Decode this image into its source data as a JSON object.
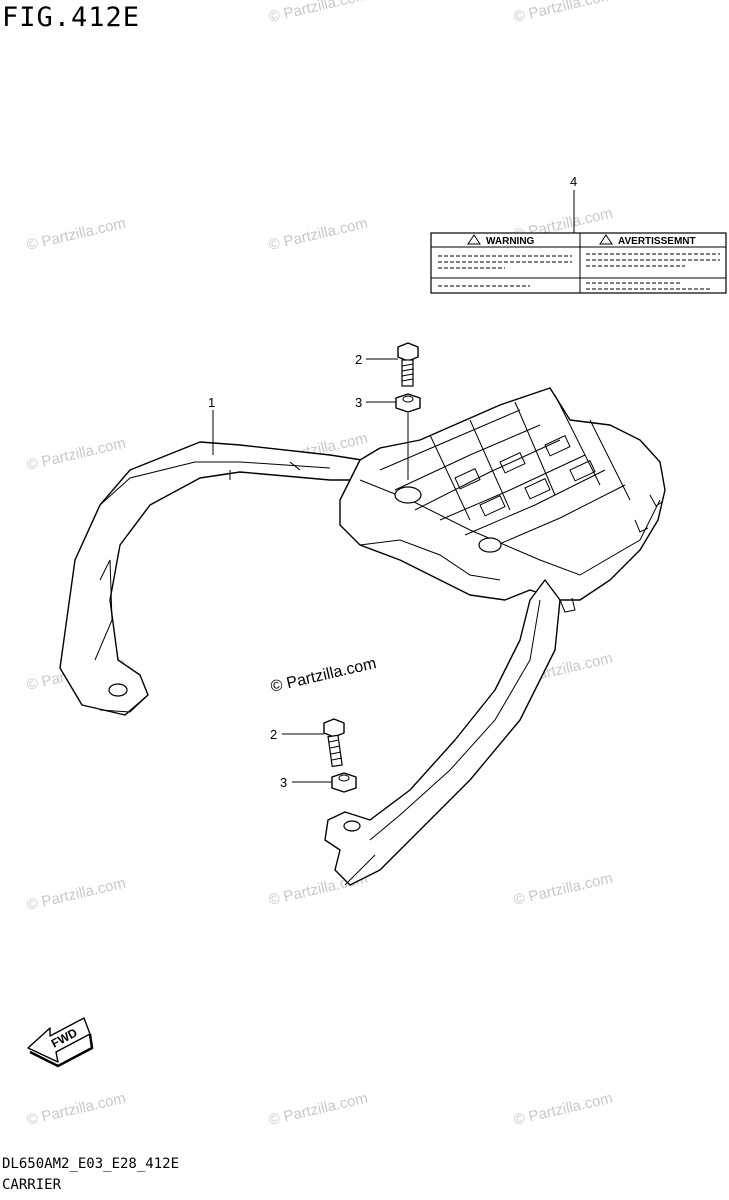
{
  "figure": {
    "title": "FIG.412E",
    "code": "DL650AM2_E03_E28_412E",
    "name": "CARRIER"
  },
  "callouts": [
    {
      "id": "1",
      "text": "1"
    },
    {
      "id": "2a",
      "text": "2"
    },
    {
      "id": "3a",
      "text": "3"
    },
    {
      "id": "4",
      "text": "4"
    },
    {
      "id": "2b",
      "text": "2"
    },
    {
      "id": "3b",
      "text": "3"
    }
  ],
  "warning_label": {
    "left_header": "WARNING",
    "right_header": "AVERTISSEMNT"
  },
  "fwd_arrow": {
    "text": "FWD"
  },
  "watermark": {
    "text": "© Partzilla.com",
    "main_text": "© Partzilla.com"
  }
}
